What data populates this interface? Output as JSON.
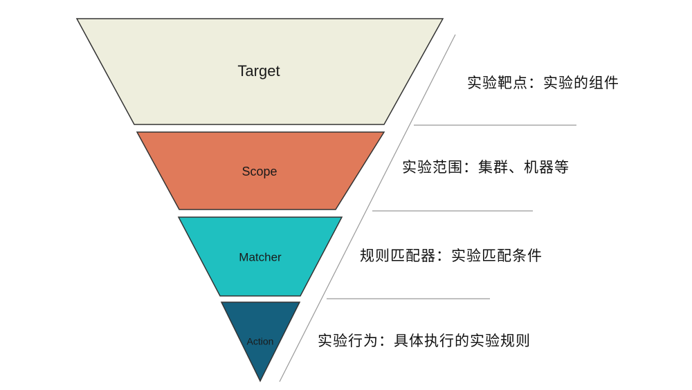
{
  "funnel": {
    "layers": [
      {
        "label": "Target",
        "description": "实验靶点：实验的组件",
        "fill": "#eeeedd",
        "stroke": "#333333"
      },
      {
        "label": "Scope",
        "description": "实验范围：集群、机器等",
        "fill": "#e07a5a",
        "stroke": "#333333"
      },
      {
        "label": "Matcher",
        "description": "规则匹配器：实验匹配条件",
        "fill": "#1fc0c0",
        "stroke": "#333333"
      },
      {
        "label": "Action",
        "description": "实验行为：具体执行的实验规则",
        "fill": "#15607e",
        "stroke": "#333333"
      }
    ],
    "line_color": "#999999"
  }
}
